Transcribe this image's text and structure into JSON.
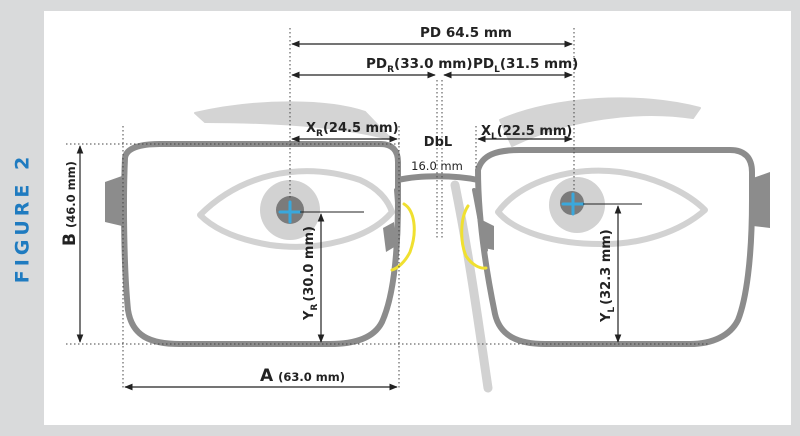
{
  "figure_label": "FIGURE 2",
  "labels": {
    "pd_total": "PD 64.5 mm",
    "pd_right_sym": "PD",
    "pd_right_sub": "R",
    "pd_right_val": "(33.0 mm)",
    "pd_left_sym": "PD",
    "pd_left_sub": "L",
    "pd_left_val": "(31.5 mm)",
    "xr_sym": "X",
    "xr_sub": "R",
    "xr_val": "(24.5 mm)",
    "xl_sym": "X",
    "xl_sub": "L",
    "xl_val": "(22.5 mm)",
    "dbl_title": "DbL",
    "dbl_val": "16.0 mm",
    "b_sym": "B",
    "b_val": "(46.0 mm)",
    "a_sym": "A",
    "a_val": "(63.0 mm)",
    "yr_sym": "Y",
    "yr_sub": "R",
    "yr_val": "(30.0 mm)",
    "yl_sym": "Y",
    "yl_sub": "L",
    "yl_val": "(32.3 mm)"
  },
  "colors": {
    "accent": "#1f7bc0",
    "frame": "#8c8c8c",
    "face": "#d0d0d0",
    "nose_pad": "#f0e030",
    "pupil_cross": "#3aa8dc",
    "background": "#d9dadb"
  }
}
